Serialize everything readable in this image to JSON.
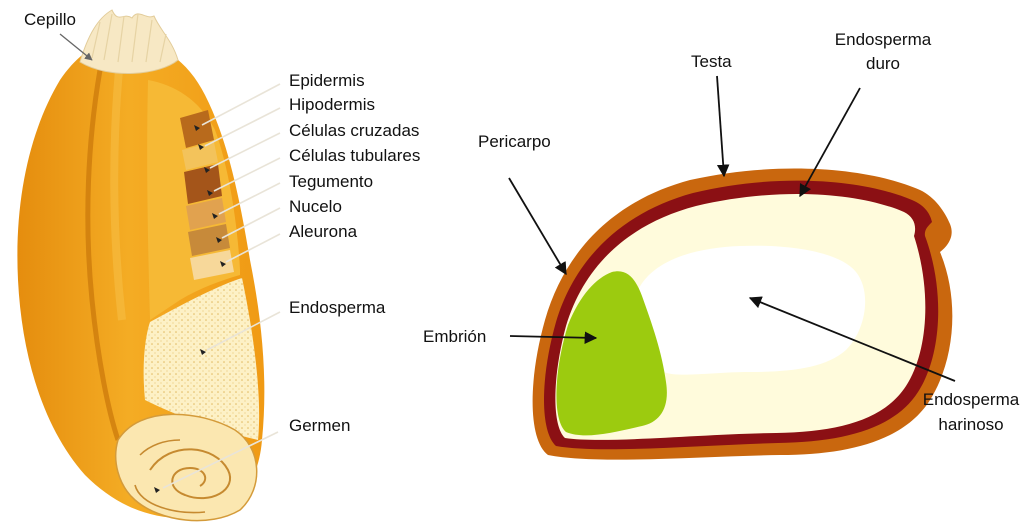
{
  "wheat_grain": {
    "labels": {
      "brush": "Cepillo",
      "epidermis": "Epidermis",
      "hypodermis": "Hipodermis",
      "cross_cells": "Células cruzadas",
      "tube_cells": "Células tubulares",
      "seed_coat": "Tegumento",
      "nucellus": "Nucelo",
      "aleurone": "Aleurona",
      "endosperm": "Endosperma",
      "germ": "Germen"
    }
  },
  "cross_section": {
    "labels": {
      "pericarp": "Pericarpo",
      "testa": "Testa",
      "hard_endosperm_1": "Endosperma",
      "hard_endosperm_2": "duro",
      "embryo": "Embrión",
      "floury_endosperm_1": "Endosperma",
      "floury_endosperm_2": "harinoso"
    }
  },
  "colors": {
    "grain_orange": "#f2a51e",
    "grain_dark": "#d9820b",
    "grain_light": "#f7c24a",
    "endosperm_cream": "#fdf3cf",
    "pericarp": "#c8660e",
    "testa": "#8a0f12",
    "endosperm_fill": "#fffbdc",
    "embryo": "#99cc11"
  }
}
